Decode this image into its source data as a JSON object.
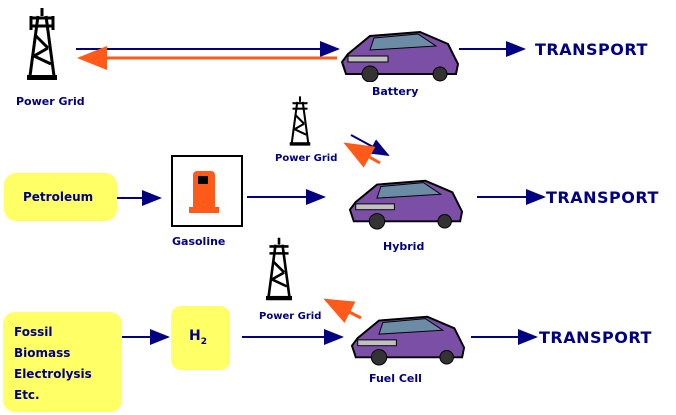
{
  "colors": {
    "text": "#000080",
    "arrow_forward": "#000080",
    "arrow_back": "#ff5a1a",
    "box_fill": "#ffff66",
    "car_body": "#7b4fa6",
    "pump": "#ff5a1a"
  },
  "rows": [
    {
      "source": {
        "label": "Power Grid",
        "icon": "power-tower-icon"
      },
      "vehicle": {
        "label": "Battery",
        "icon": "car-icon"
      },
      "output": "TRANSPORT"
    },
    {
      "source": {
        "label": "Petroleum"
      },
      "fuel": {
        "label": "Gasoline",
        "icon": "gas-pump-icon"
      },
      "grid": {
        "label": "Power Grid",
        "icon": "power-tower-icon"
      },
      "vehicle": {
        "label": "Hybrid",
        "icon": "car-icon"
      },
      "output": "TRANSPORT"
    },
    {
      "source": {
        "lines": [
          "Fossil",
          "Biomass",
          "Electrolysis",
          "Etc."
        ]
      },
      "fuel": {
        "label": "H",
        "subscript": "2"
      },
      "grid": {
        "label": "Power Grid",
        "icon": "power-tower-icon"
      },
      "vehicle": {
        "label": "Fuel Cell",
        "icon": "car-icon"
      },
      "output": "TRANSPORT"
    }
  ]
}
